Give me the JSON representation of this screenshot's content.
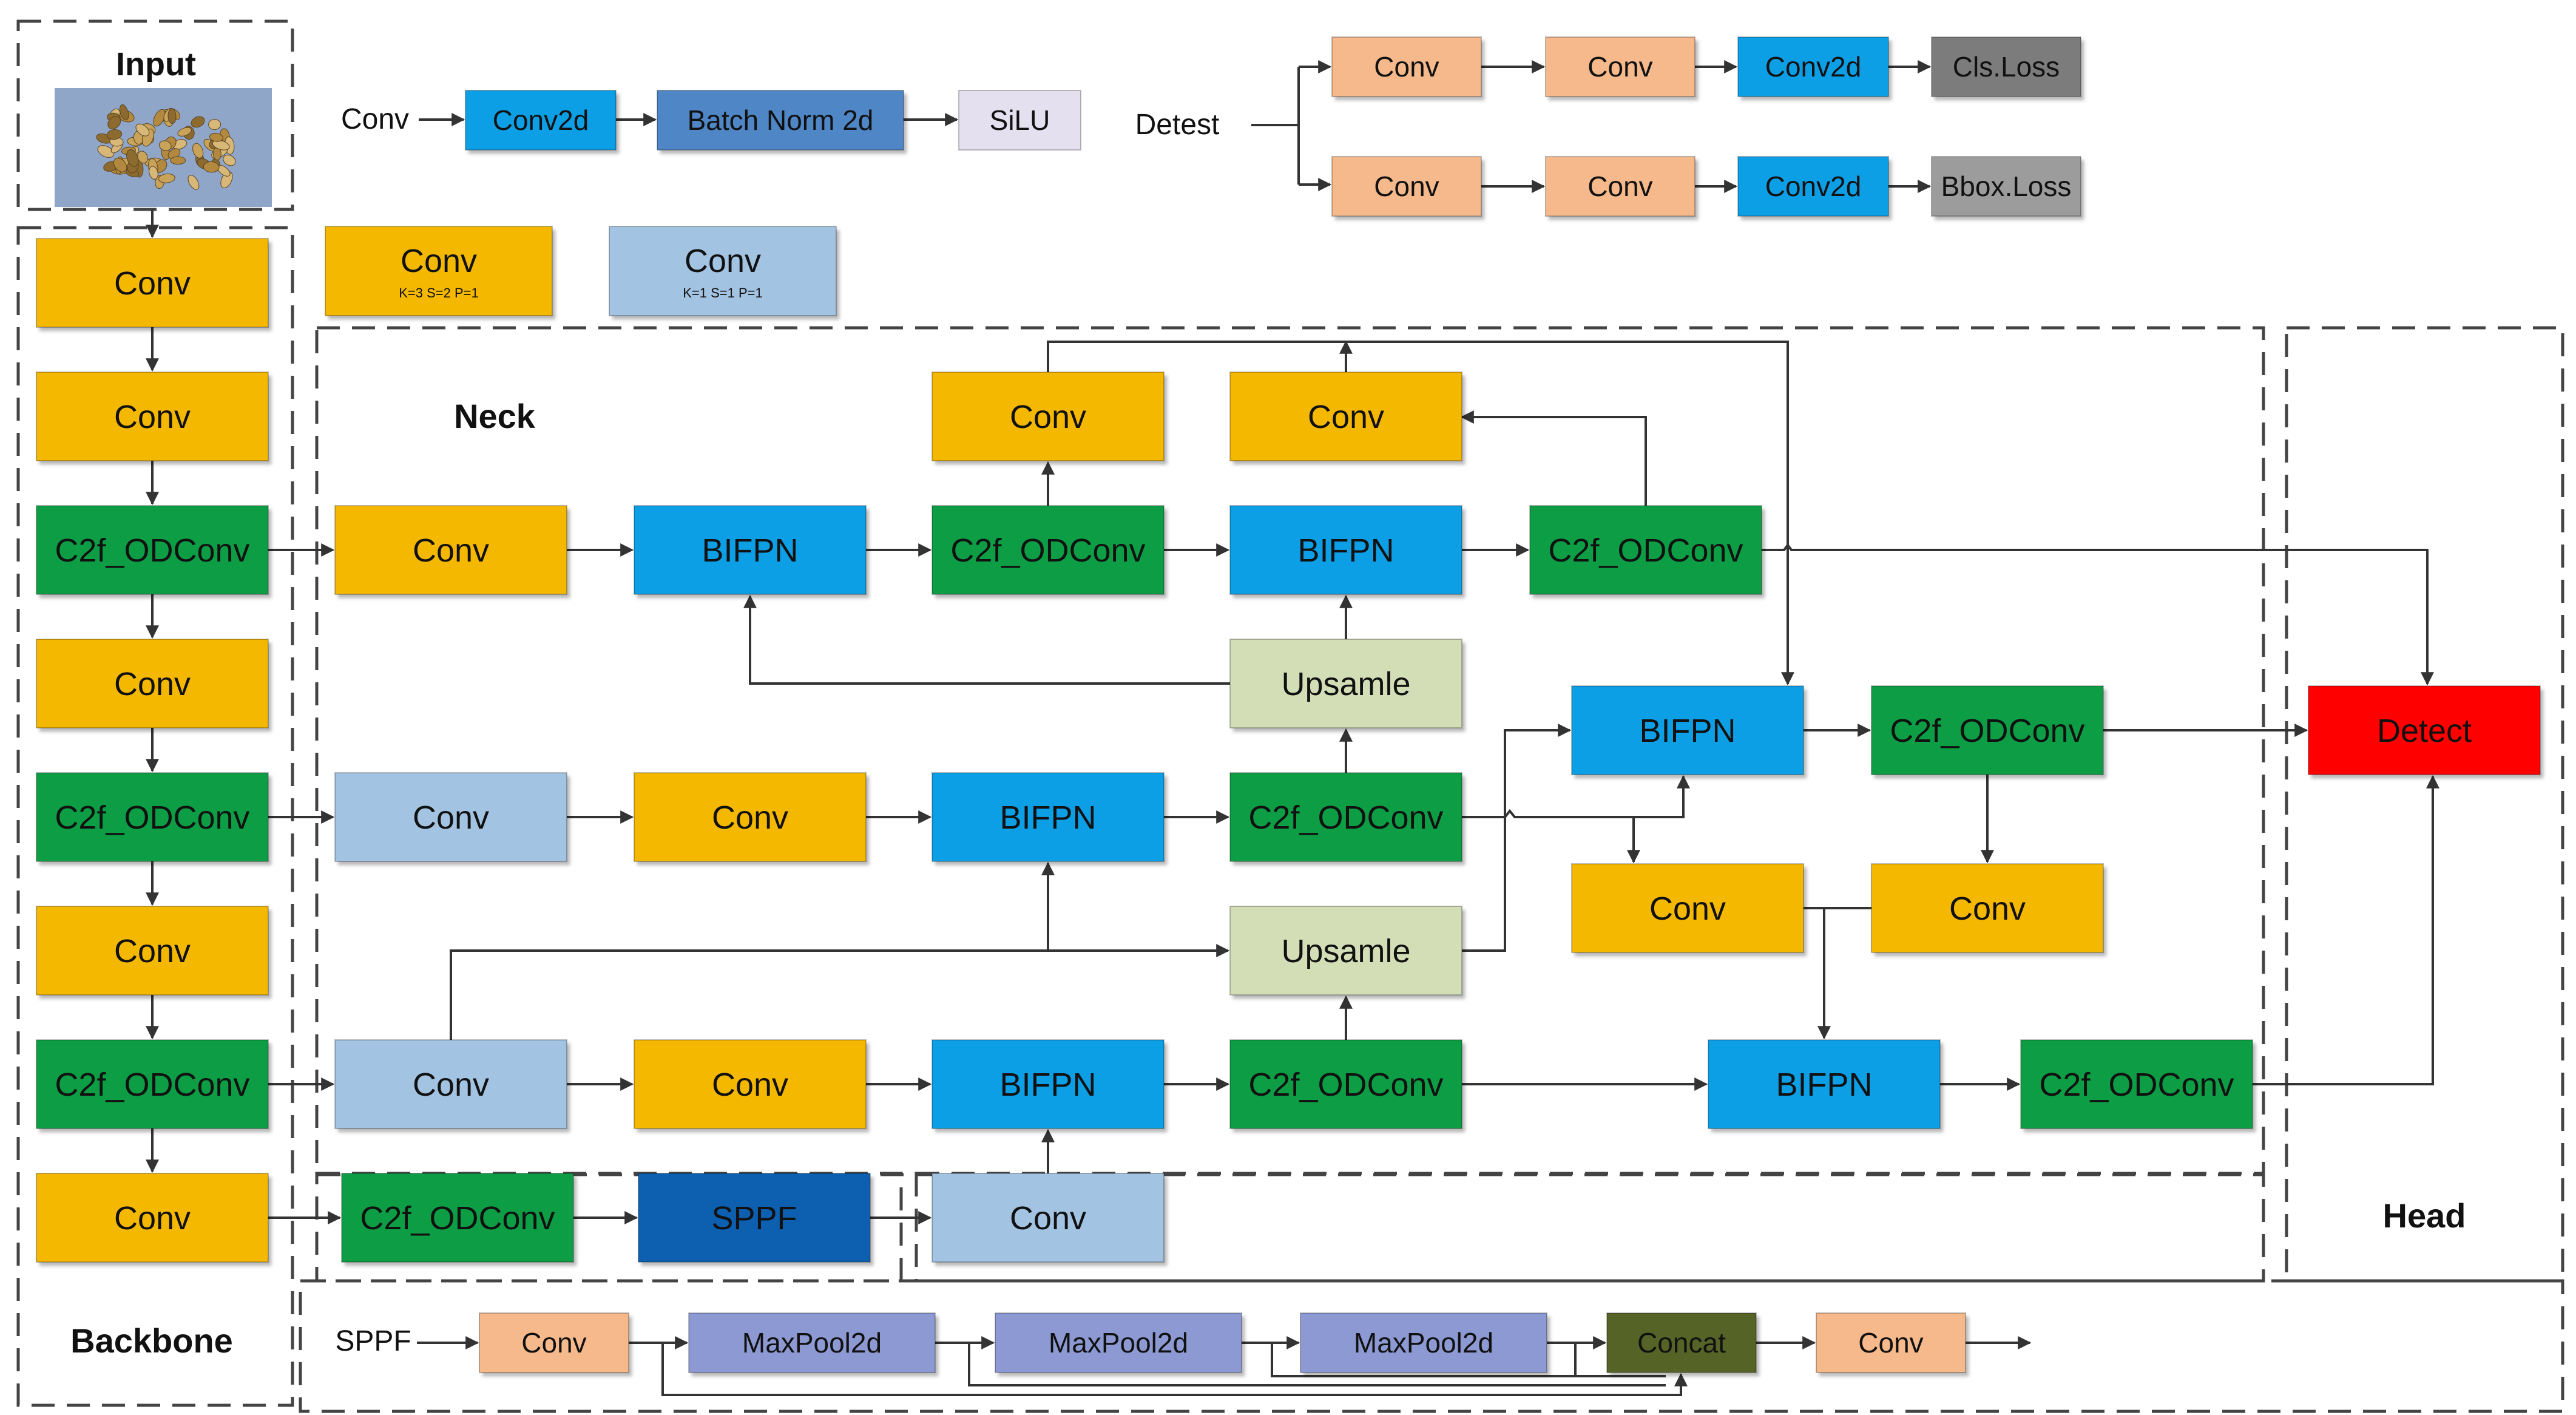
{
  "labels": {
    "input": "Input",
    "neck": "Neck",
    "head": "Head",
    "backbone": "Backbone"
  },
  "conv_def": {
    "lead": "Conv",
    "conv2d": "Conv2d",
    "batch_norm": "Batch Norm 2d",
    "silu": "SiLU"
  },
  "detect_def": {
    "lead": "Detest",
    "row1": [
      "Conv",
      "Conv",
      "Conv2d",
      "Cls.Loss"
    ],
    "row2": [
      "Conv",
      "Conv",
      "Conv2d",
      "Bbox.Loss"
    ]
  },
  "legend": {
    "conv_k3": {
      "title": "Conv",
      "sub": "K=3 S=2 P=1"
    },
    "conv_k1": {
      "title": "Conv",
      "sub": "K=1 S=1 P=1"
    }
  },
  "backbone": [
    "Conv",
    "Conv",
    "C2f_ODConv",
    "Conv",
    "C2f_ODConv",
    "Conv",
    "C2f_ODConv",
    "Conv"
  ],
  "neck": {
    "r1": [
      "Conv",
      "BIFPN",
      "C2f_ODConv",
      "BIFPN",
      "C2f_ODConv"
    ],
    "r1_top": [
      "Conv",
      "Conv"
    ],
    "upsample1": "Upsamle",
    "r2": [
      "Conv",
      "Conv",
      "BIFPN",
      "C2f_ODConv"
    ],
    "upsample2": "Upsamle",
    "r3": [
      "Conv",
      "Conv",
      "BIFPN",
      "C2f_ODConv"
    ],
    "right_mid": [
      "BIFPN",
      "C2f_ODConv"
    ],
    "right_conv": [
      "Conv",
      "Conv"
    ],
    "right_low": [
      "BIFPN",
      "C2f_ODConv"
    ]
  },
  "sppf_row": [
    "C2f_ODConv",
    "SPPF"
  ],
  "bottom_conv": "Conv",
  "detect": "Detect",
  "sppf_def": {
    "lead": "SPPF",
    "items": [
      "Conv",
      "MaxPool2d",
      "MaxPool2d",
      "MaxPool2d",
      "Concat",
      "Conv"
    ]
  },
  "colors": {
    "orange": "#f5b800",
    "green": "#119e45",
    "blue": "#0f9fe6",
    "lightblue": "#a3c3e2",
    "upsample": "#d3deb6",
    "peach": "#f5b98c",
    "darkblue": "#0b5fb0",
    "purple": "#8c99d2",
    "olive": "#556326",
    "lavender": "#e5e0f0",
    "bn": "#4f86c6",
    "grey": "#7b7b7b",
    "grey2": "#9c9c9c",
    "red": "#ff0000"
  }
}
